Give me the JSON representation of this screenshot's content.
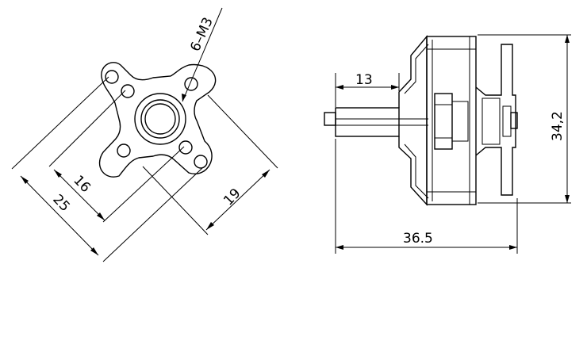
{
  "front_view": {
    "thread_label": "6–M3",
    "dim_inner": "16",
    "dim_outer": "25",
    "dim_width": "19"
  },
  "side_view": {
    "dim_shaft": "13",
    "dim_height": "34,2",
    "dim_length": "36.5"
  }
}
